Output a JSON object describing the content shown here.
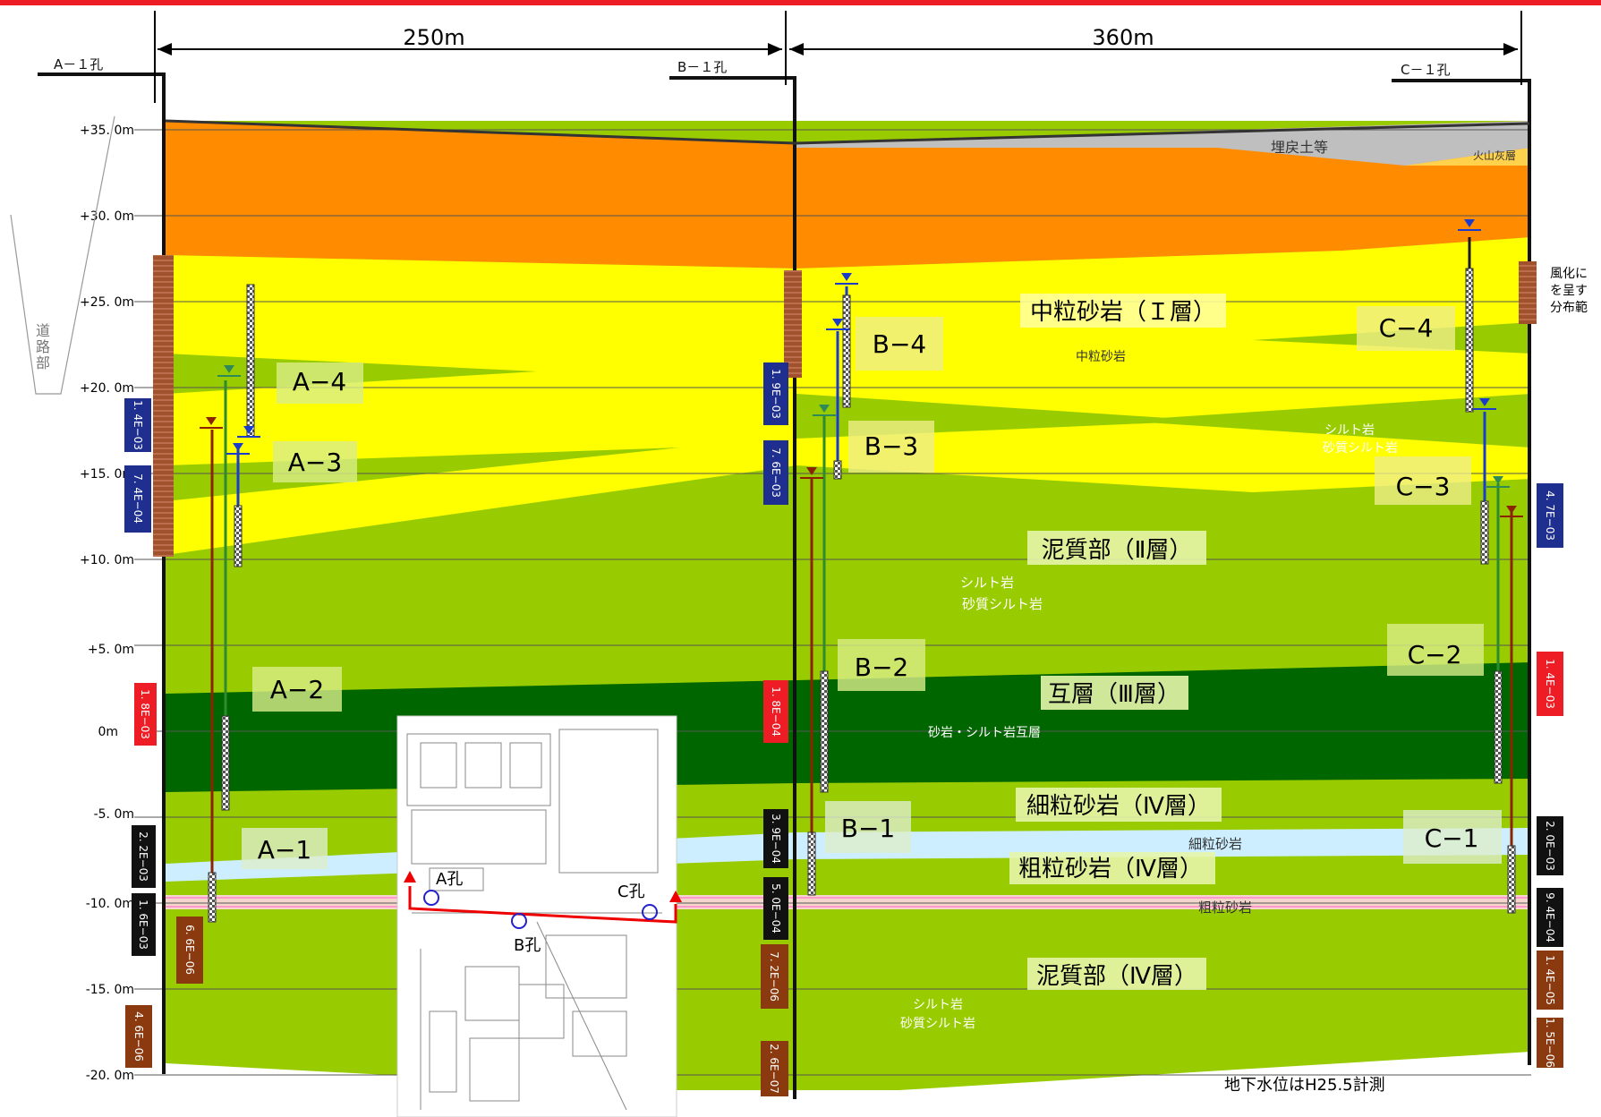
{
  "dimensions": {
    "left_span": "250m",
    "right_span": "360m"
  },
  "boreholes": {
    "a": "A－１孔",
    "b": "B－１孔",
    "c": "C－１孔"
  },
  "elevations": [
    "+35. 0m",
    "+30. 0m",
    "+25. 0m",
    "+20. 0m",
    "+15. 0m",
    "+10. 0m",
    "+5. 0m",
    "0m",
    "-5. 0m",
    "-10. 0m",
    "-15. 0m",
    "-20. 0m"
  ],
  "road_label": "道路部",
  "layers": {
    "fill": "埋戻土等",
    "volcanic_ash": "火山灰層",
    "layer1_title": "中粒砂岩（Ｉ層）",
    "layer1_sub": "中粒砂岩",
    "silt_note_1": "シルト岩",
    "silt_note_2": "砂質シルト岩",
    "layer2_title": "泥質部（Ⅱ層）",
    "layer2_sub_1": "シルト岩",
    "layer2_sub_2": "砂質シルト岩",
    "layer3_title": "互層（Ⅲ層）",
    "layer3_sub": "砂岩・シルト岩互層",
    "layer4a_title": "細粒砂岩（Ⅳ層）",
    "layer4a_sub": "細粒砂岩",
    "layer4b_title": "粗粒砂岩（Ⅳ層）",
    "layer4b_sub": "粗粒砂岩",
    "layer4c_title": "泥質部（Ⅳ層）",
    "layer4c_sub_1": "シルト岩",
    "layer4c_sub_2": "砂質シルト岩"
  },
  "wells": {
    "a4": "A−4",
    "a3": "A−3",
    "a2": "A−2",
    "a1": "A−1",
    "b4": "B−4",
    "b3": "B−3",
    "b2": "B−2",
    "b1": "B−1",
    "c4": "C−4",
    "c3": "C−3",
    "c2": "C−2",
    "c1": "C−1"
  },
  "permeability": {
    "a_1": "1. 4E−03",
    "a_2": "7. 4E−04",
    "a_3": "1. 8E−03",
    "a_4": "2. 2E−03",
    "a_5": "1. 6E−03",
    "a_6": "6. 6E−06",
    "a_7": "4. 6E−06",
    "b_1": "1. 9E−03",
    "b_2": "7. 6E−03",
    "b_3": "1. 8E−04",
    "b_4": "3. 9E−04",
    "b_5": "5. 0E−04",
    "b_6": "7. 2E−06",
    "b_7": "2. 6E−07",
    "c_1": "4. 7E−03",
    "c_2": "1. 4E−03",
    "c_3": "2. 0E−03",
    "c_4": "9. 4E−04",
    "c_5": "1. 4E−05",
    "c_6": "1. 5E−06"
  },
  "weathering_note": [
    "風化に",
    "を呈す",
    "分布範"
  ],
  "inset": {
    "a_hole": "A孔",
    "b_hole": "B孔",
    "c_hole": "C孔"
  },
  "groundwater_note": "地下水位はH25.5計測",
  "colors": {
    "fill_layer": "#ff8c00",
    "sandstone": "#ffff00",
    "mudstone": "#99cc00",
    "alternating": "#006600",
    "fine_sand": "#cceeff",
    "coarse_sand": "#f4d6cc",
    "gray_fill": "#bfbfbf",
    "header_red": "#ee1c24"
  }
}
